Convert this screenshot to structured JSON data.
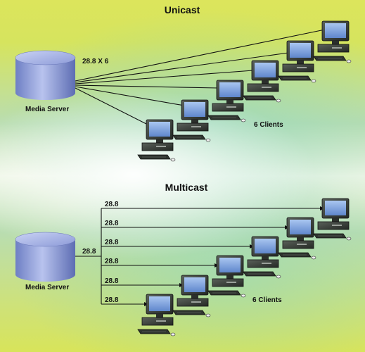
{
  "unicast": {
    "title": "Unicast",
    "server_label": "Media Server",
    "rate_label": "28.8 X 6",
    "clients_label": "6 Clients"
  },
  "multicast": {
    "title": "Multicast",
    "server_label": "Media Server",
    "server_rate": "28.8",
    "branch_rates": [
      "28.8",
      "28.8",
      "28.8",
      "28.8",
      "28.8",
      "28.8"
    ],
    "clients_label": "6 Clients"
  },
  "colors": {
    "server_body": "#8f9ed6",
    "monitor_case": "#3a3f3a",
    "screen": "#7fa7e0",
    "line": "#111111"
  }
}
